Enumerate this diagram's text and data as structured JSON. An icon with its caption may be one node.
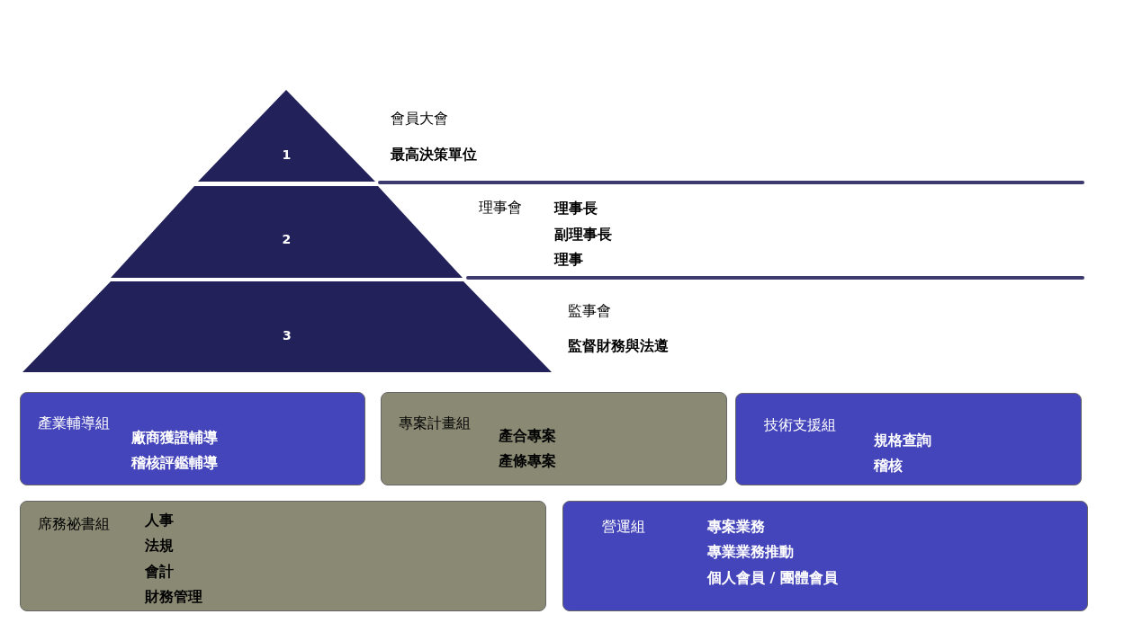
{
  "diagram": {
    "nodes": [
      {
        "text": [
          "1"
        ],
        "beside": [
          "會員大會",
          "最高決策單位"
        ]
      },
      {
        "text": [
          "2"
        ],
        "beside": [
          "理事會",
          "理事長",
          "副理事長",
          "理事"
        ]
      },
      {
        "text": [
          "3"
        ],
        "beside": [
          "監事會",
          "監督財務與法遵"
        ]
      },
      {
        "text": [
          "產業輔導組",
          "廠商獲證輔導",
          "稽核評鑑輔導"
        ]
      },
      {
        "text": [
          "專案計畫組",
          "產合專案",
          "產條專案"
        ]
      },
      {
        "text": [
          "技術支援組",
          "規格查詢",
          "稽核"
        ]
      },
      {
        "text": [
          "席務祕書組",
          "人事",
          "法規",
          "會計",
          "財務管理"
        ]
      },
      {
        "text": [
          "營運組",
          "專案業務",
          "專業業務推動",
          "個人會員 / 團體會員"
        ]
      }
    ]
  }
}
